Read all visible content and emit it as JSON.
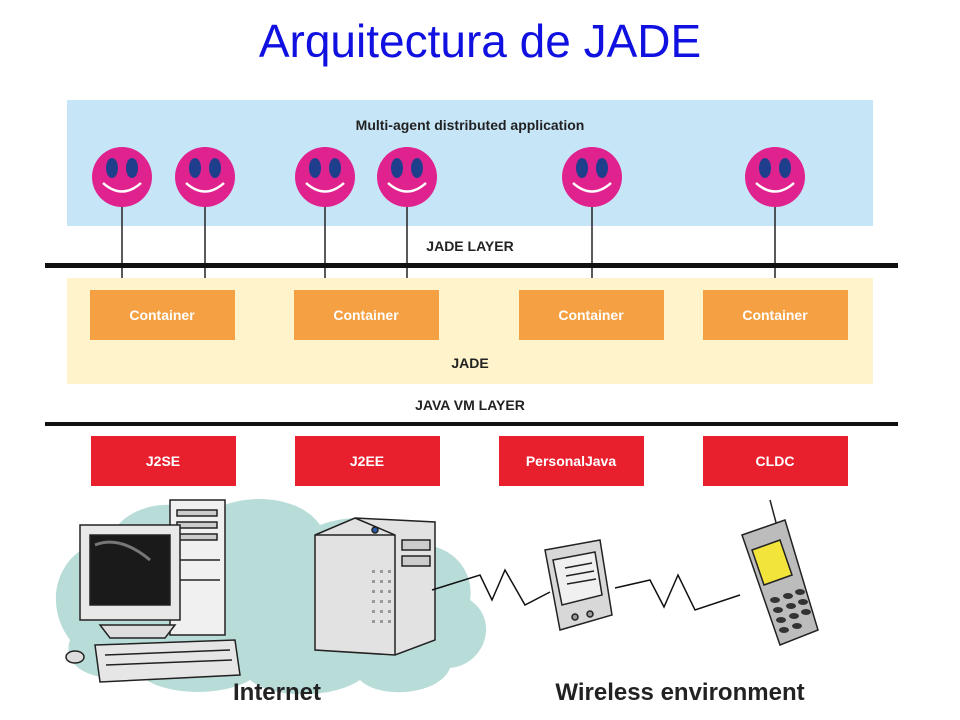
{
  "title": "Arquitectura de JADE",
  "colors": {
    "title": "#1010e0",
    "app_band": "#c6e6f8",
    "jade_band": "#fff3cc",
    "container": "#f5a042",
    "platform": "#e8202e",
    "agent_face": "#e0228f",
    "agent_eyes": "#1f3e8c",
    "cloud": "#b8ddd8"
  },
  "labels": {
    "app_band": "Multi-agent distributed application",
    "jade_layer": "JADE LAYER",
    "jade": "JADE",
    "java_vm_layer": "JAVA VM LAYER",
    "internet": "Internet",
    "wireless": "Wireless environment"
  },
  "containers": [
    "Container",
    "Container",
    "Container",
    "Container"
  ],
  "platforms": [
    "J2SE",
    "J2EE",
    "PersonalJava",
    "CLDC"
  ],
  "icons": [
    "smiley-agent-icon",
    "desktop-computer-icon",
    "server-tower-icon",
    "pda-icon",
    "mobile-phone-icon"
  ]
}
